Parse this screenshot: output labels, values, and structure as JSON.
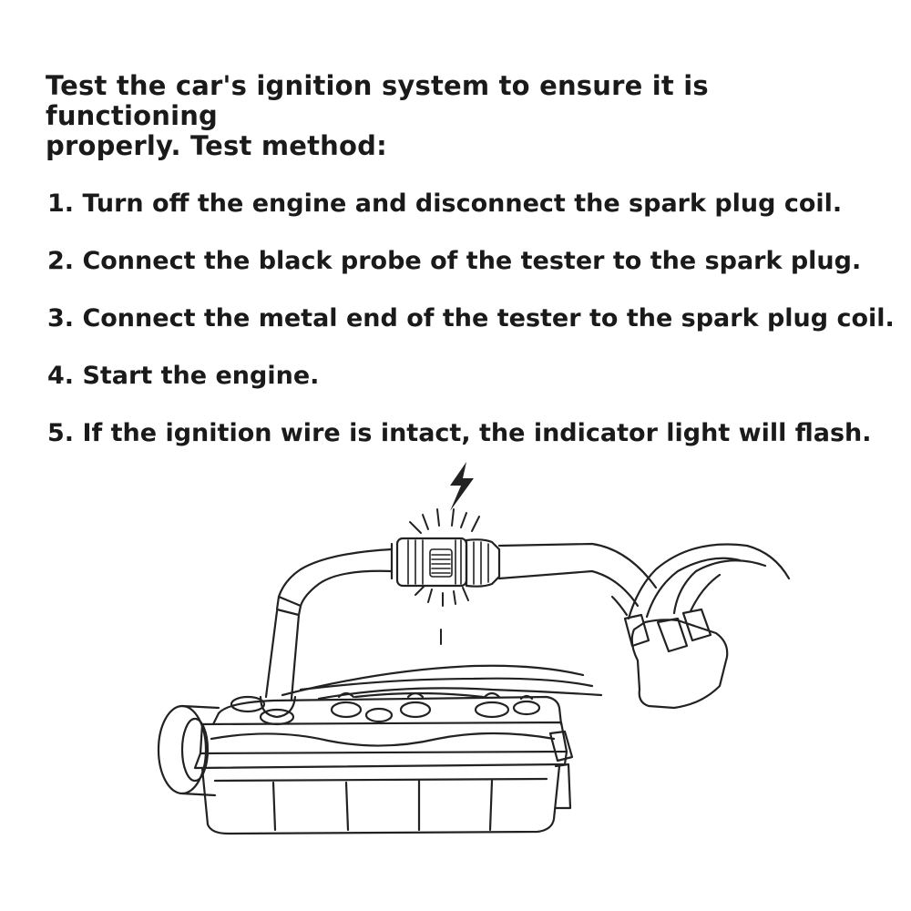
{
  "intro": {
    "line1": "Test the car's ignition system to ensure it is functioning",
    "line2": "properly. Test method:"
  },
  "steps": [
    "1. Turn off the engine and disconnect the spark plug coil.",
    "2. Connect the black probe of the tester to the spark plug.",
    "3. Connect the metal end of the tester to the spark plug coil.",
    "4. Start the engine.",
    "5. If the ignition wire is intact, the indicator light will flash."
  ],
  "illustration": {
    "icons": [
      "lightning-bolt-icon",
      "spark-tester-icon",
      "engine-block-icon",
      "ignition-coil-pack-icon"
    ],
    "line_color": "#222222"
  }
}
